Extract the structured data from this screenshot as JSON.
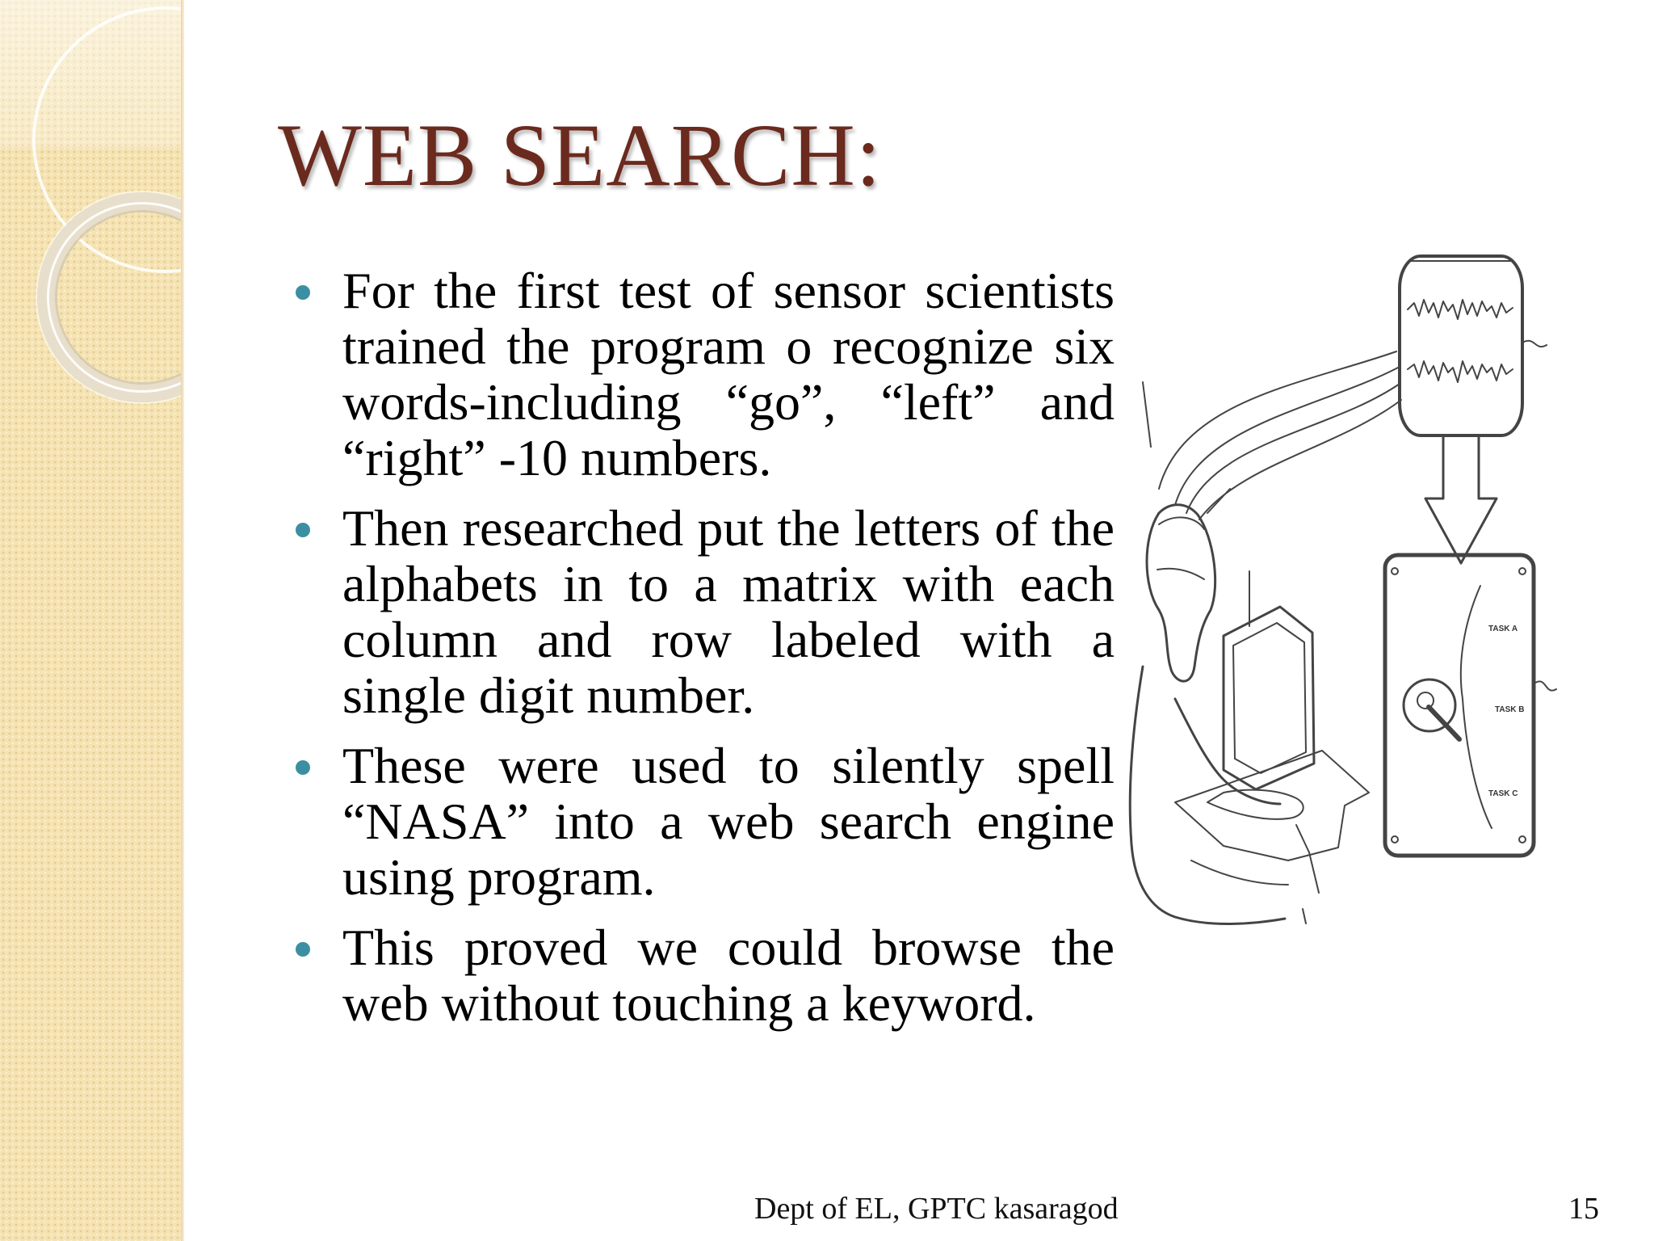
{
  "slide": {
    "title": "WEB SEARCH:",
    "bullets": [
      "For the first test of sensor scientists trained the program o recognize six words-including “go”, “left” and “right” -10 numbers.",
      "Then researched put the letters of the alphabets in to a matrix with each column and row labeled with a single digit number.",
      "These were used to silently spell “NASA” into a web search engine using program.",
      "This proved we could browse the web without touching a keyword."
    ],
    "figure": {
      "task_labels": [
        "TASK A",
        "TASK B",
        "TASK C"
      ]
    },
    "footer": "Dept of EL, GPTC kasaragod",
    "page_number": "15"
  },
  "theme": {
    "title_color": "#6b2a1e",
    "bullet_color": "#3c8fa2",
    "strip_color": "#f5e3b3"
  }
}
